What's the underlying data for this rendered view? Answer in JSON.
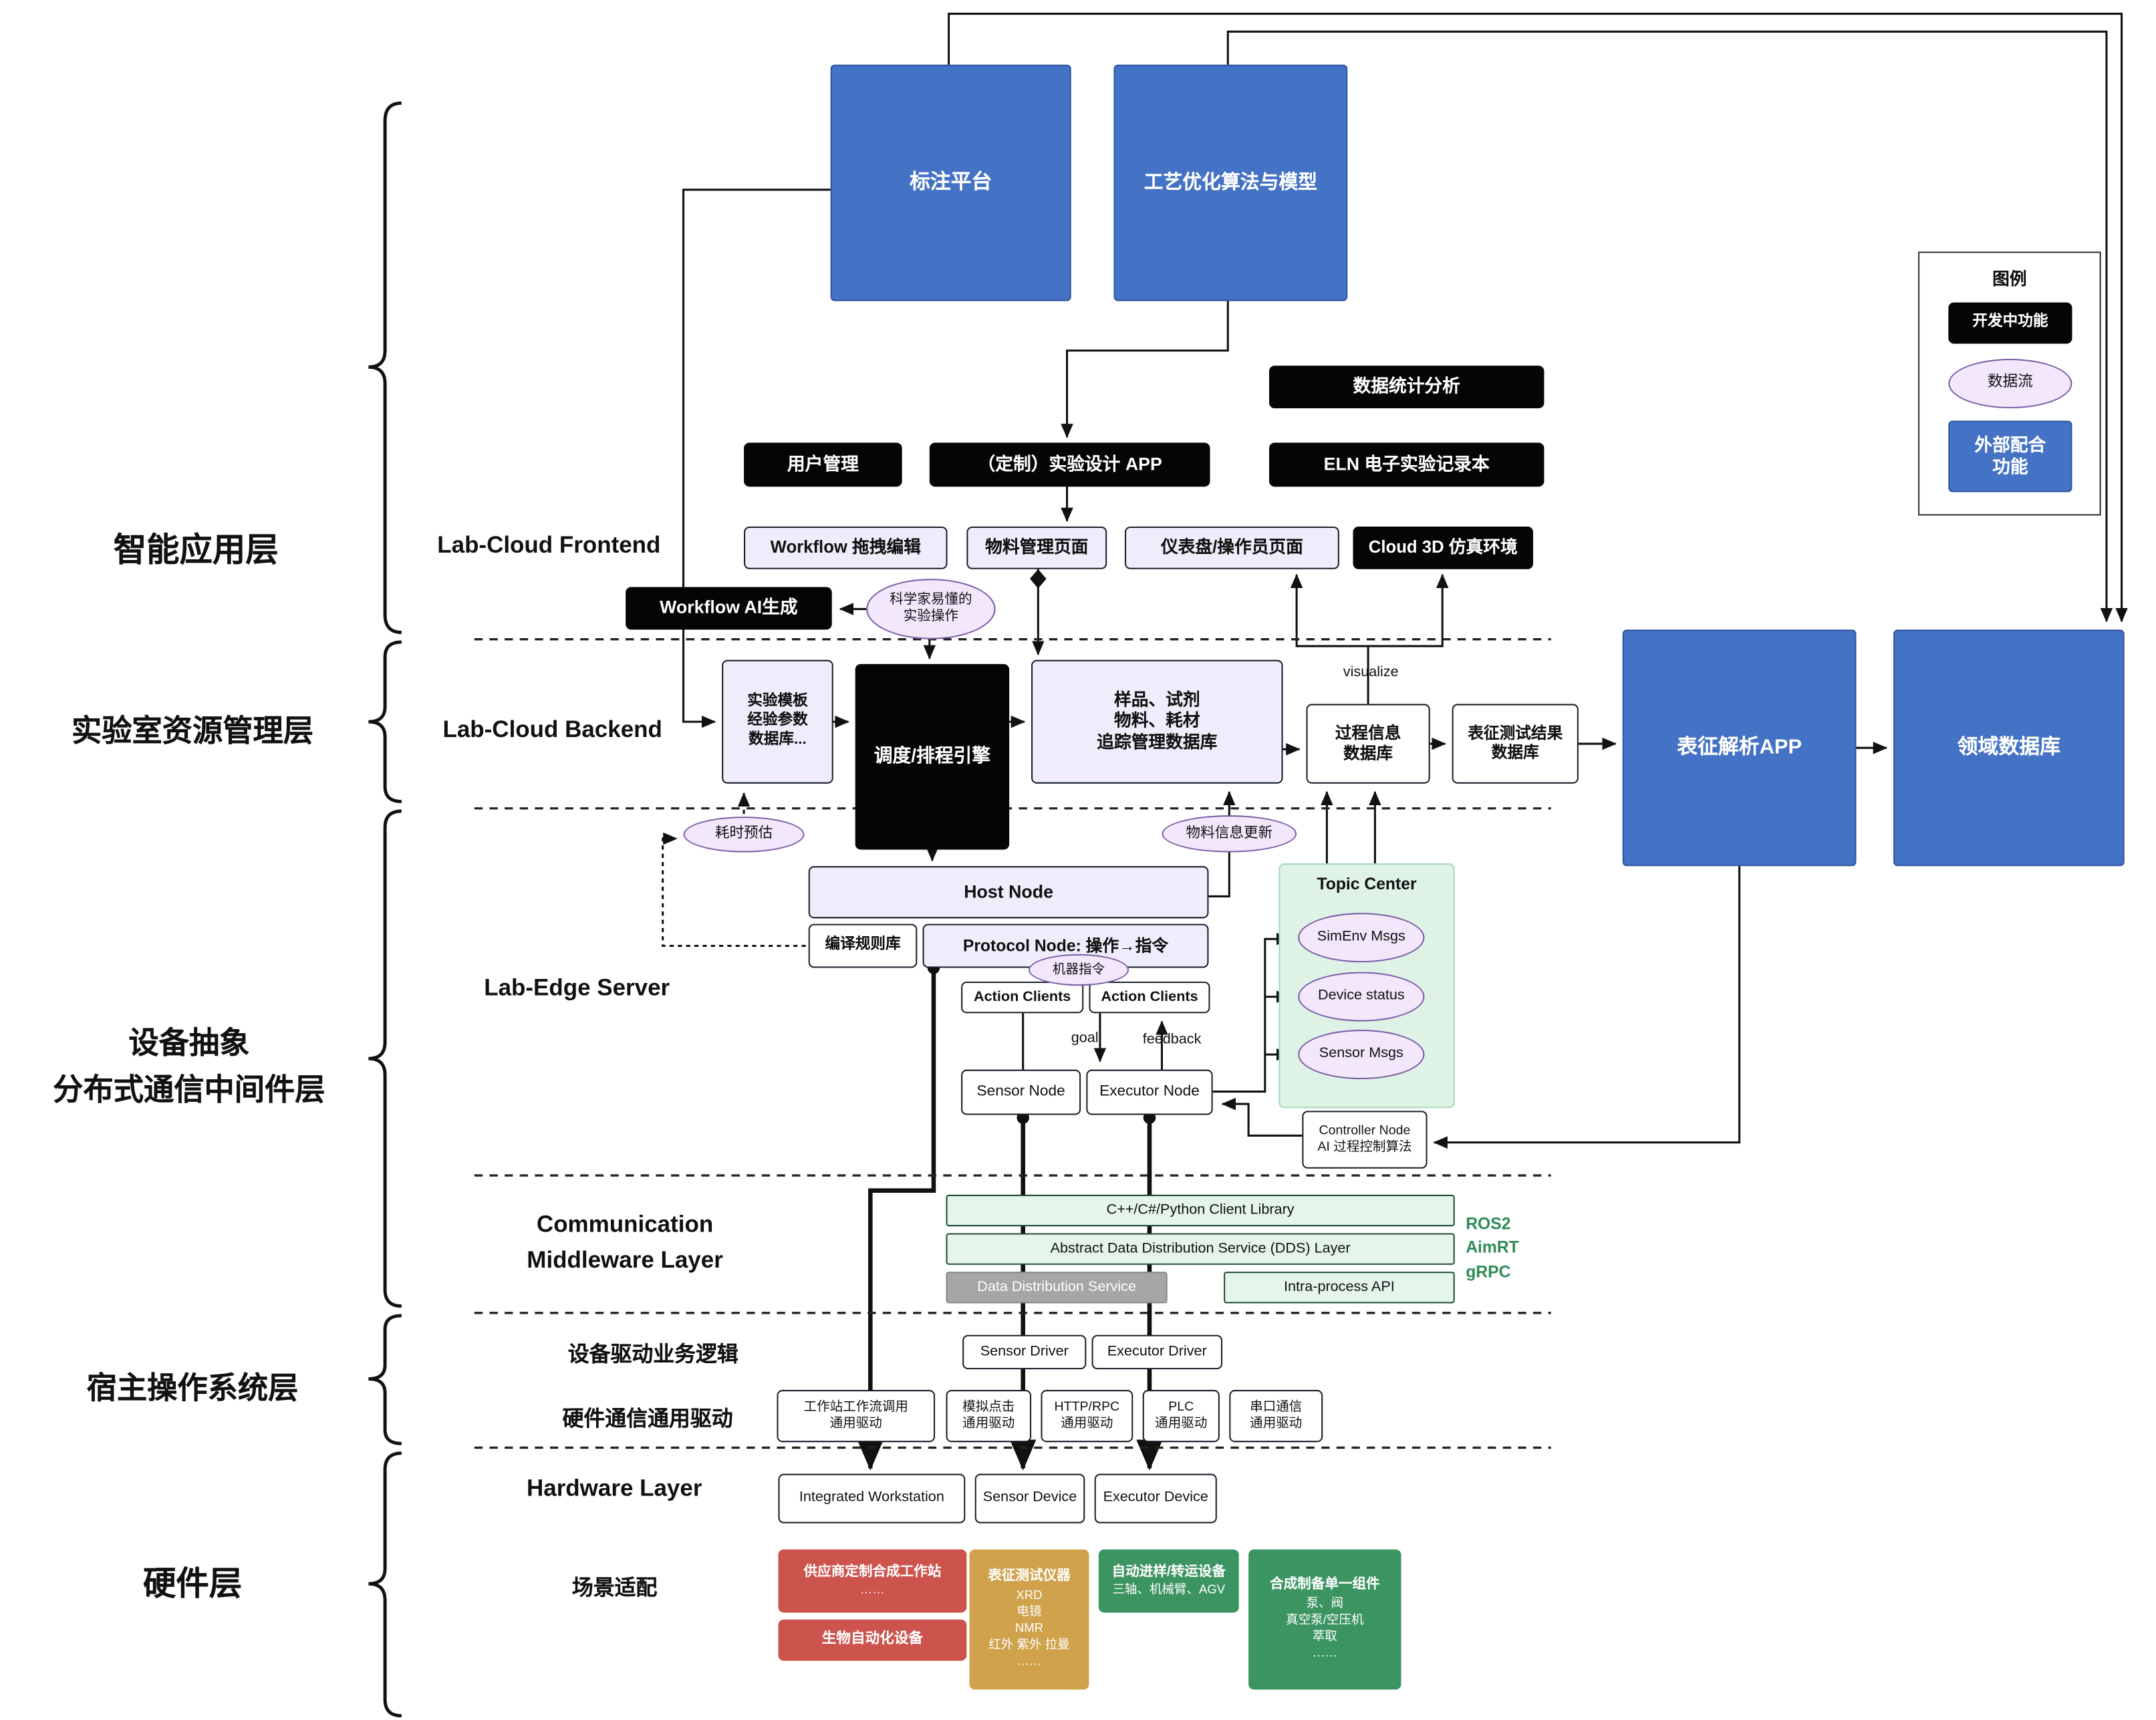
{
  "colors": {
    "dev_black": "#050505",
    "flow_purple": "#F2E7FB",
    "external_blue": "#4472C4",
    "middleware_green": "#E5F5EC",
    "scenario_red": "#CD544D",
    "scenario_tan": "#CFA24B",
    "scenario_green": "#3D9463"
  },
  "layers": {
    "app": "智能应用层",
    "lab_resource": "实验室资源管理层",
    "middleware": "设备抽象\n分布式通信中间件层",
    "host_os": "宿主操作系统层",
    "hardware": "硬件层"
  },
  "sections": {
    "frontend": "Lab-Cloud Frontend",
    "backend": "Lab-Cloud Backend",
    "edge": "Lab-Edge Server",
    "comm": "Communication\nMiddleware Layer",
    "driver_logic": "设备驱动业务逻辑",
    "hw_driver": "硬件通信通用驱动",
    "hardware_layer": "Hardware Layer",
    "scenario": "场景适配"
  },
  "legend": {
    "title": "图例",
    "dev": "开发中功能",
    "flow": "数据流",
    "external": "外部配合\n功能"
  },
  "top": {
    "annotation_platform": "标注平台",
    "process_opt": "工艺优化算法与模型"
  },
  "dev_features": {
    "stats": "数据统计分析",
    "user_mgmt": "用户管理",
    "exp_design": "（定制）实验设计 APP",
    "eln": "ELN 电子实验记录本",
    "cloud3d": "Cloud 3D 仿真环境",
    "workflow_ai": "Workflow AI生成",
    "scheduler": "调度/排程引擎"
  },
  "frontend": {
    "workflow_edit": "Workflow 拖拽编辑",
    "material_page": "物料管理页面",
    "dashboard": "仪表盘/操作员页面"
  },
  "flows": {
    "sci_ops": "科学家易懂的\n实验操作",
    "time_estimate": "耗时预估",
    "material_update": "物料信息更新",
    "machine_cmd": "机器指令"
  },
  "backend": {
    "template_db": "实验模板\n经验参数\n数据库...",
    "sample_db": "样品、试剂\n物料、耗材\n追踪管理数据库",
    "process_db": "过程信息\n数据库",
    "charact_db": "表征测试结果\n数据库",
    "visualize": "visualize",
    "charact_app": "表征解析APP",
    "domain_db": "领域数据库"
  },
  "edge": {
    "host_node": "Host Node",
    "rule_lib": "编译规则库",
    "protocol_node": "Protocol Node: 操作→指令",
    "action_clients": "Action Clients",
    "goal": "goal",
    "feedback": "feedback",
    "sensor_node": "Sensor Node",
    "executor_node": "Executor Node",
    "topic_center": "Topic Center",
    "simenv": "SimEnv Msgs",
    "device_status": "Device status",
    "sensor_msgs": "Sensor Msgs",
    "controller": "Controller Node\nAI 过程控制算法"
  },
  "mw": {
    "client_lib": "C++/C#/Python Client Library",
    "dds_layer": "Abstract Data Distribution Service (DDS) Layer",
    "dds": "Data Distribution Service",
    "intra": "Intra-process API",
    "stack": "ROS2\nAimRT\ngRPC"
  },
  "drv": {
    "sensor_driver": "Sensor Driver",
    "executor_driver": "Executor Driver"
  },
  "hwdrv": {
    "items": [
      "工作站工作流调用\n通用驱动",
      "模拟点击\n通用驱动",
      "HTTP/RPC\n通用驱动",
      "PLC\n通用驱动",
      "串口通信\n通用驱动"
    ]
  },
  "hw": {
    "workstation": "Integrated Workstation",
    "sensor_device": "Sensor Device",
    "executor_device": "Executor Device"
  },
  "scenario": {
    "vendor_title": "供应商定制合成工作站",
    "vendor_sub": "……",
    "bio": "生物自动化设备",
    "charact_title": "表征测试仪器",
    "charact_items": "XRD\n电镜\nNMR\n红外 紫外 拉曼\n……",
    "transfer_title": "自动进样/转运设备",
    "transfer_sub": "三轴、机械臂、AGV",
    "component_title": "合成制备单一组件",
    "component_items": "泵、阀\n真空泵/空压机\n萃取\n……"
  }
}
